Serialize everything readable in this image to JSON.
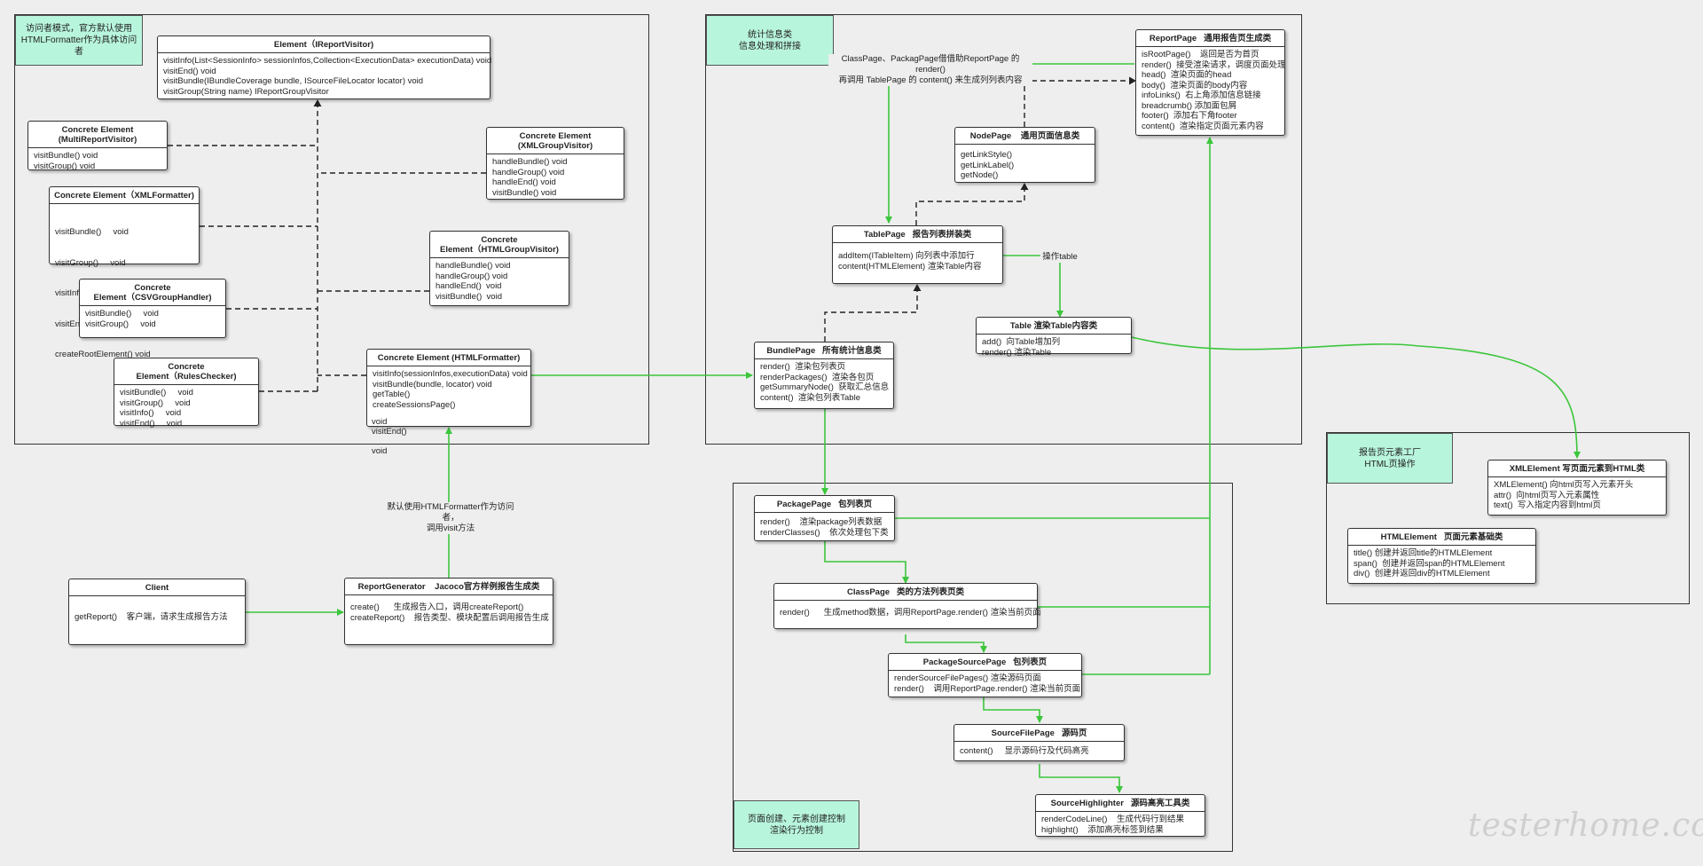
{
  "watermark": "testerhome.com",
  "notes": {
    "visitor": "访问者模式，官方默认使用\nHTMLFormatter作为具体访问者",
    "stats": "统计信息类\n信息处理和拼接",
    "factory": "报告页元素工厂\nHTML页操作",
    "page_ctrl": "页面创建、元素创建控制\n渲染行为控制"
  },
  "boxes": {
    "ireport": {
      "title": "Element（IReportVisitor)",
      "lines": [
        "visitInfo(List<SessionInfo> sessionInfos,Collection<ExecutionData> executionData) void",
        "visitEnd() void",
        "visitBundle(IBundleCoverage bundle, ISourceFileLocator locator) void",
        "visitGroup(String name) IReportGroupVisitor"
      ]
    },
    "multi": {
      "title": "Concrete Element\n(MultiReportVisitor)",
      "lines": [
        "visitBundle() void",
        "visitGroup() void"
      ]
    },
    "xmlgroup": {
      "title": "Concrete Element\n(XMLGroupVisitor)",
      "lines": [
        "handleBundle() void",
        "handleGroup() void",
        "handleEnd() void",
        "visitBundle() void"
      ]
    },
    "xmlfmt": {
      "title": "Concrete Element（XMLFormatter)",
      "lines": [
        "visitBundle()     void",
        "visitGroup()     void",
        "visitInfo()     void",
        "visitEnd()      void",
        "createRootElement() void"
      ]
    },
    "htmlgroup": {
      "title": "Concrete\nElement（HTMLGroupVisitor)",
      "lines": [
        "handleBundle() void",
        "handleGroup() void",
        "handleEnd()  void",
        "visitBundle()  void"
      ]
    },
    "csv": {
      "title": "Concrete\nElement（CSVGroupHandler)",
      "lines": [
        "visitBundle()     void",
        "visitGroup()     void"
      ]
    },
    "rules": {
      "title": "Concrete\nElement（RulesChecker)",
      "lines": [
        "visitBundle()     void",
        "visitGroup()     void",
        "visitInfo()     void",
        "visitEnd()     void"
      ]
    },
    "htmlfmt": {
      "title": "Concrete Element (HTMLFormatter)",
      "lines": [
        "visitInfo(sessionInfos,executionData) void",
        "visitBundle(bundle, locator) void",
        "getTable()",
        "createSessionsPage()"
      ]
    },
    "client": {
      "title": "Client",
      "lines": [
        "getReport()    客户端，请求生成报告方法"
      ]
    },
    "generator": {
      "title": "ReportGenerator    Jacoco官方样例报告生成类",
      "lines": [
        "create()      生成报告入口，调用createReport()",
        "createReport()    报告类型、模块配置后调用报告生成"
      ]
    },
    "reportpage": {
      "title": "ReportPage   通用报告页生成类",
      "lines": [
        "isRootPage()    返回是否为首页",
        "render()  接受渲染请求，调度页面处理",
        "head()  渲染页面的head",
        "body()  渲染页面的body内容",
        "infoLinks()  右上角添加信息链接",
        "breadcrumb() 添加面包屑",
        "footer()  添加右下角footer",
        "content()  渲染指定页面元素内容"
      ]
    },
    "nodepage": {
      "title": "NodePage    通用页面信息类",
      "lines": [
        "getLinkStyle()",
        "getLinkLabel()",
        "getNode()"
      ]
    },
    "tablepage": {
      "title": "TablePage   报告列表拼装类",
      "lines": [
        "addItem(ITableItem) 向列表中添加行",
        "content(HTMLElement) 渲染Table内容"
      ]
    },
    "table": {
      "title": "Table 渲染Table内容类",
      "lines": [
        "add()  向Table增加列",
        "render() 渲染Table"
      ]
    },
    "bundlepage": {
      "title": "BundlePage   所有统计信息类",
      "lines": [
        "render()  渲染包列表页",
        "renderPackages()  渲染各包页",
        "getSummaryNode()  获取汇总信息",
        "content()  渲染包列表Table"
      ]
    },
    "packagepage": {
      "title": "PackagePage   包列表页",
      "lines": [
        "render()    渲染package列表数据",
        "renderClasses()    依次处理包下类"
      ]
    },
    "classpage": {
      "title": "ClassPage   类的方法列表页类",
      "lines": [
        "render()      生成method数据，调用ReportPage.render() 渲染当前页面"
      ]
    },
    "pkgsrcpage": {
      "title": "PackageSourcePage   包列表页",
      "lines": [
        "renderSourceFilePages() 渲染源码页面",
        "render()    调用ReportPage.render() 渲染当前页面"
      ]
    },
    "srcfilepage": {
      "title": "SourceFilePage   源码页",
      "lines": [
        "content()     显示源码行及代码高亮"
      ]
    },
    "highlighter": {
      "title": "SourceHighlighter   源码高亮工具类",
      "lines": [
        "renderCodeLine()    生成代码行到结果",
        "highlight()    添加高亮标签到结果"
      ]
    },
    "xmlelement": {
      "title": "XMLElement 写页面元素到HTML类",
      "lines": [
        "XMLElement() 向html页写入元素开头",
        "attr()  向html页写入元素属性",
        "text()  写入指定内容到html页"
      ]
    },
    "htmlelement": {
      "title": "HTMLElement   页面元素基础类",
      "lines": [
        "title() 创建并返回title的HTMLElement",
        "span()  创建并返回span的HTMLElement",
        "div()  创建并返回div的HTMLElement"
      ]
    }
  },
  "free_text": {
    "htmlfmt_void1": "void",
    "htmlfmt_visitend": "visitEnd()",
    "htmlfmt_void2": "void"
  },
  "labels": {
    "classpage_render": "ClassPage、PackagPage借借助ReportPage 的render()\n再调用 TablePage 的 content() 来生成列列表内容",
    "table_op": "操作table",
    "default_visitor": "默认使用HTMLFormatter作为访问者，\n调用visit方法"
  },
  "colors": {
    "note_bg": "#b8f5dd",
    "green_arrow": "#3cc63c",
    "dashed": "#222222",
    "background": "#eeeeee"
  }
}
